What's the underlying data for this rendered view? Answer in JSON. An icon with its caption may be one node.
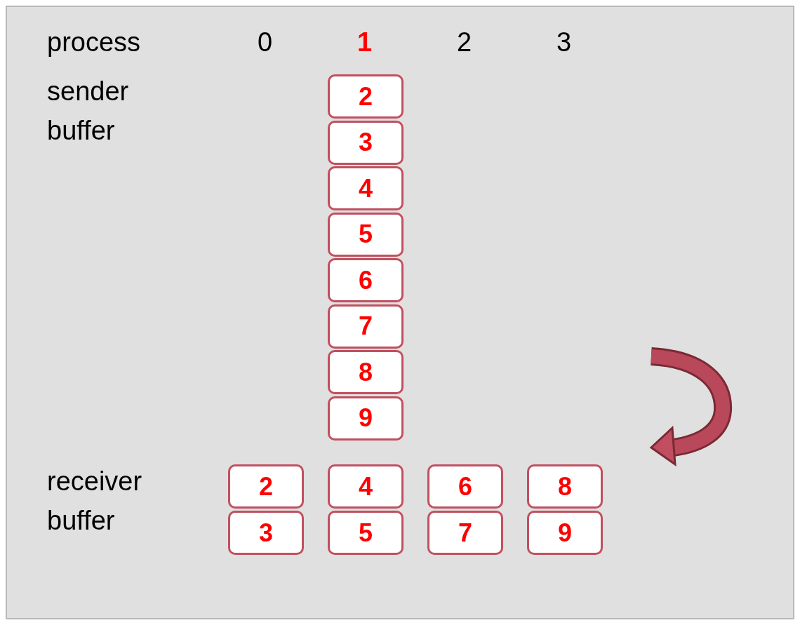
{
  "diagram": {
    "nodes": [
      {
        "text": [
          "2"
        ]
      },
      {
        "text": [
          "3"
        ]
      },
      {
        "text": [
          "4"
        ]
      },
      {
        "text": [
          "5"
        ]
      },
      {
        "text": [
          "6"
        ]
      },
      {
        "text": [
          "7"
        ]
      },
      {
        "text": [
          "8"
        ]
      },
      {
        "text": [
          "9"
        ]
      },
      {
        "text": [
          "2"
        ]
      },
      {
        "text": [
          "4"
        ]
      },
      {
        "text": [
          "6"
        ]
      },
      {
        "text": [
          "8"
        ]
      },
      {
        "text": [
          "3"
        ]
      },
      {
        "text": [
          "5"
        ]
      },
      {
        "text": [
          "7"
        ]
      },
      {
        "text": [
          "9"
        ]
      }
    ],
    "edges": [],
    "labels": [
      "process",
      "0",
      "1",
      "2",
      "3",
      "sender buffer",
      "receiver buffer"
    ]
  }
}
